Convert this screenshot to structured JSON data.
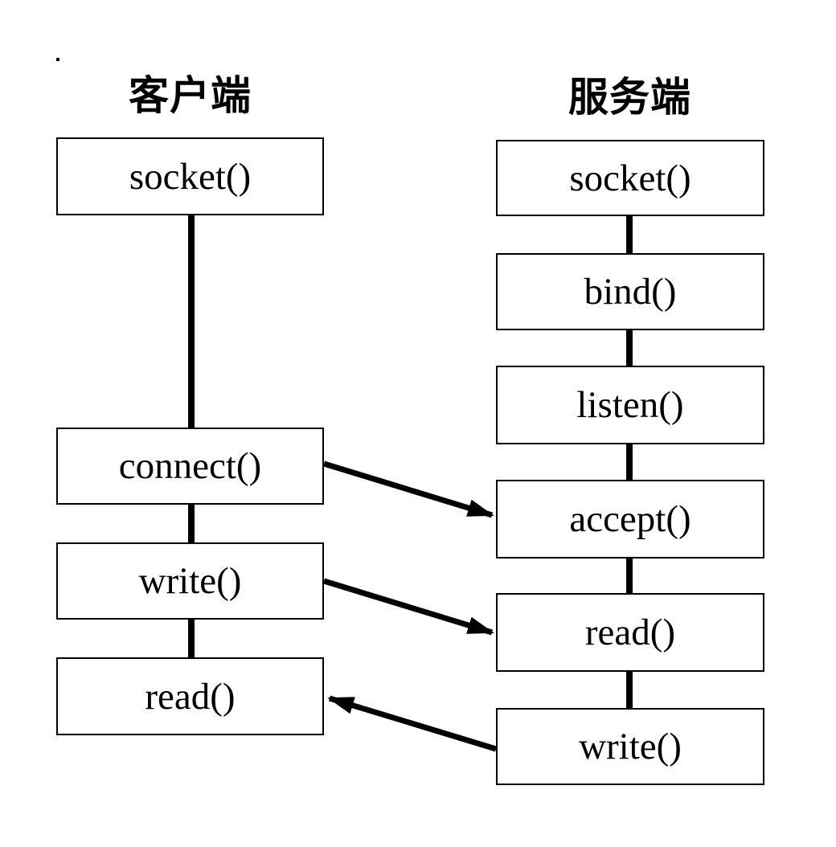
{
  "diagram": {
    "title_note": "TCP socket call sequence between client and server",
    "colors": {
      "line": "#000000",
      "background": "#ffffff",
      "box_fill": "#ffffff"
    },
    "client": {
      "title": "客户端",
      "boxes": [
        {
          "label": "socket()"
        },
        {
          "label": "connect()"
        },
        {
          "label": "write()"
        },
        {
          "label": "read()"
        }
      ]
    },
    "server": {
      "title": "服务端",
      "boxes": [
        {
          "label": "socket()"
        },
        {
          "label": "bind()"
        },
        {
          "label": "listen()"
        },
        {
          "label": "accept()"
        },
        {
          "label": "read()"
        },
        {
          "label": "write()"
        }
      ]
    },
    "arrows": [
      {
        "from": "client connect()",
        "to": "server accept()"
      },
      {
        "from": "client write()",
        "to": "server read()"
      },
      {
        "from": "server write()",
        "to": "client read()"
      }
    ]
  }
}
